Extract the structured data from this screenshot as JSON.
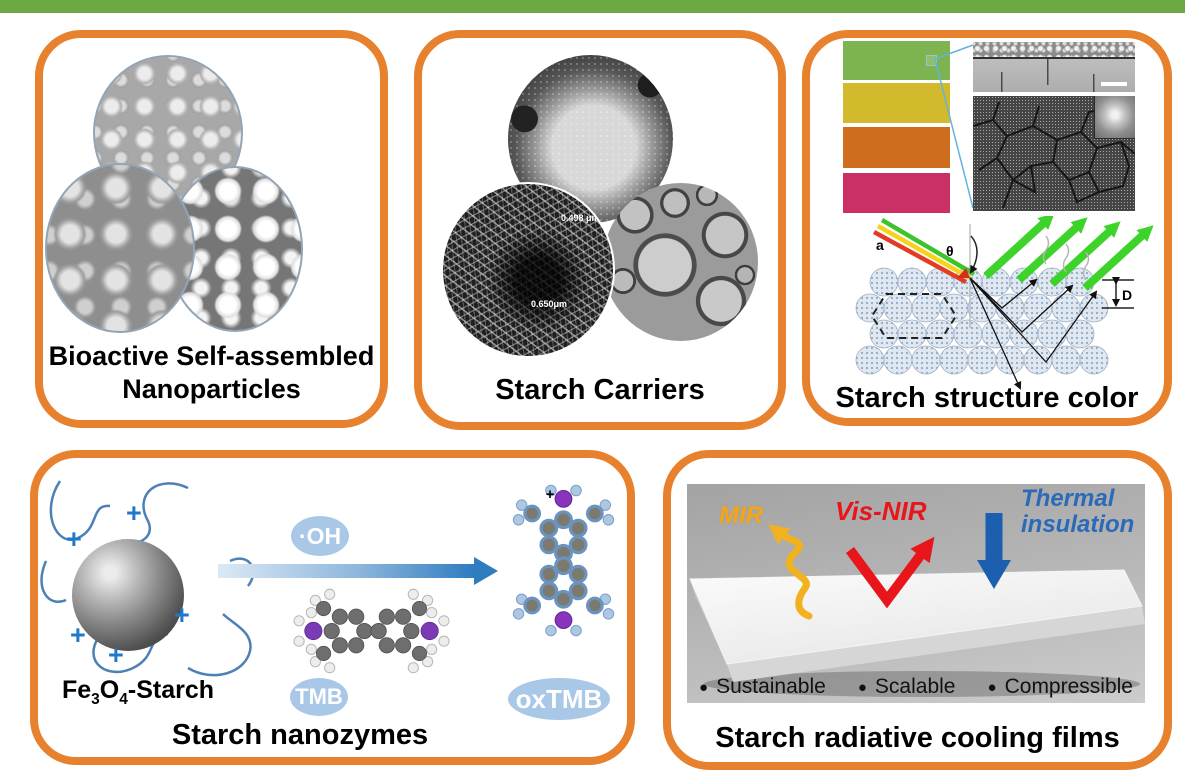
{
  "figure": {
    "top_bar_color": "#6ca943",
    "accent_orange": "#e8812e"
  },
  "panels": {
    "bioactive": {
      "title_line1": "Bioactive Self-assembled",
      "title_line2": "Nanoparticles"
    },
    "carriers": {
      "title": "Starch Carriers",
      "scale_label_top": "0.498 μm",
      "scale_label_bottom": "0.650μm"
    },
    "structure_color": {
      "title": "Starch structure color",
      "beam_label": "a",
      "angle_label": "θ",
      "spacing_label": "D"
    },
    "nanozymes": {
      "title": "Starch nanozymes",
      "fe_formula": {
        "f1": "Fe",
        "s1": "3",
        "f2": "O",
        "s2": "4",
        "suffix": "-Starch"
      },
      "oh_label": "·OH",
      "tmb_label": "TMB",
      "oxtmb_label": "oxTMB",
      "plus_symbol": "+",
      "radical_label": "+"
    },
    "cooling": {
      "title": "Starch radiative cooling films",
      "mir_label": "MIR",
      "visnir_label": "Vis-NIR",
      "thermal_line1": "Thermal",
      "thermal_line2": "insulation",
      "bullet_symbol": "●",
      "bullets": [
        "Sustainable",
        "Scalable",
        "Compressible"
      ]
    }
  }
}
